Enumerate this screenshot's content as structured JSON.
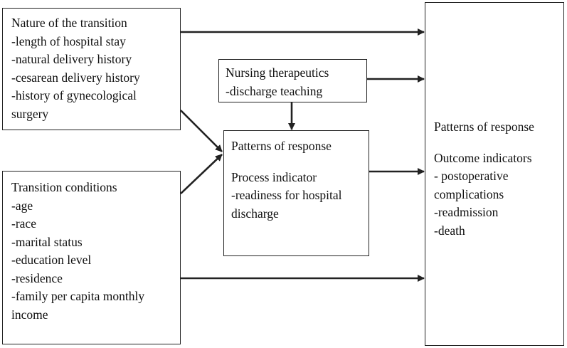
{
  "nature_box": {
    "lines": [
      "Nature of the transition",
      "-length of hospital stay",
      "-natural delivery history",
      "-cesarean delivery history",
      "-history of gynecological",
      "surgery"
    ]
  },
  "conditions_box": {
    "lines": [
      "Transition conditions",
      "-age",
      "-race",
      "-marital status",
      "-education level",
      "-residence",
      "-family per capita monthly",
      "income"
    ]
  },
  "nursing_box": {
    "lines": [
      "Nursing therapeutics",
      "-discharge teaching"
    ]
  },
  "process_box": {
    "title": "Patterns of response",
    "lines": [
      "Process indicator",
      "-readiness for hospital",
      "discharge"
    ]
  },
  "outcome_box": {
    "title": "Patterns of response",
    "lines": [
      "Outcome indicators",
      "- postoperative",
      "complications",
      "-readmission",
      "-death"
    ]
  },
  "arrows": [
    {
      "from": "nature",
      "to": "outcome"
    },
    {
      "from": "nature",
      "to": "process"
    },
    {
      "from": "conditions",
      "to": "process"
    },
    {
      "from": "conditions",
      "to": "outcome"
    },
    {
      "from": "nursing",
      "to": "outcome"
    },
    {
      "from": "nursing",
      "to": "process"
    },
    {
      "from": "process",
      "to": "outcome"
    }
  ],
  "colors": {
    "stroke": "#222222",
    "background": "#ffffff"
  }
}
